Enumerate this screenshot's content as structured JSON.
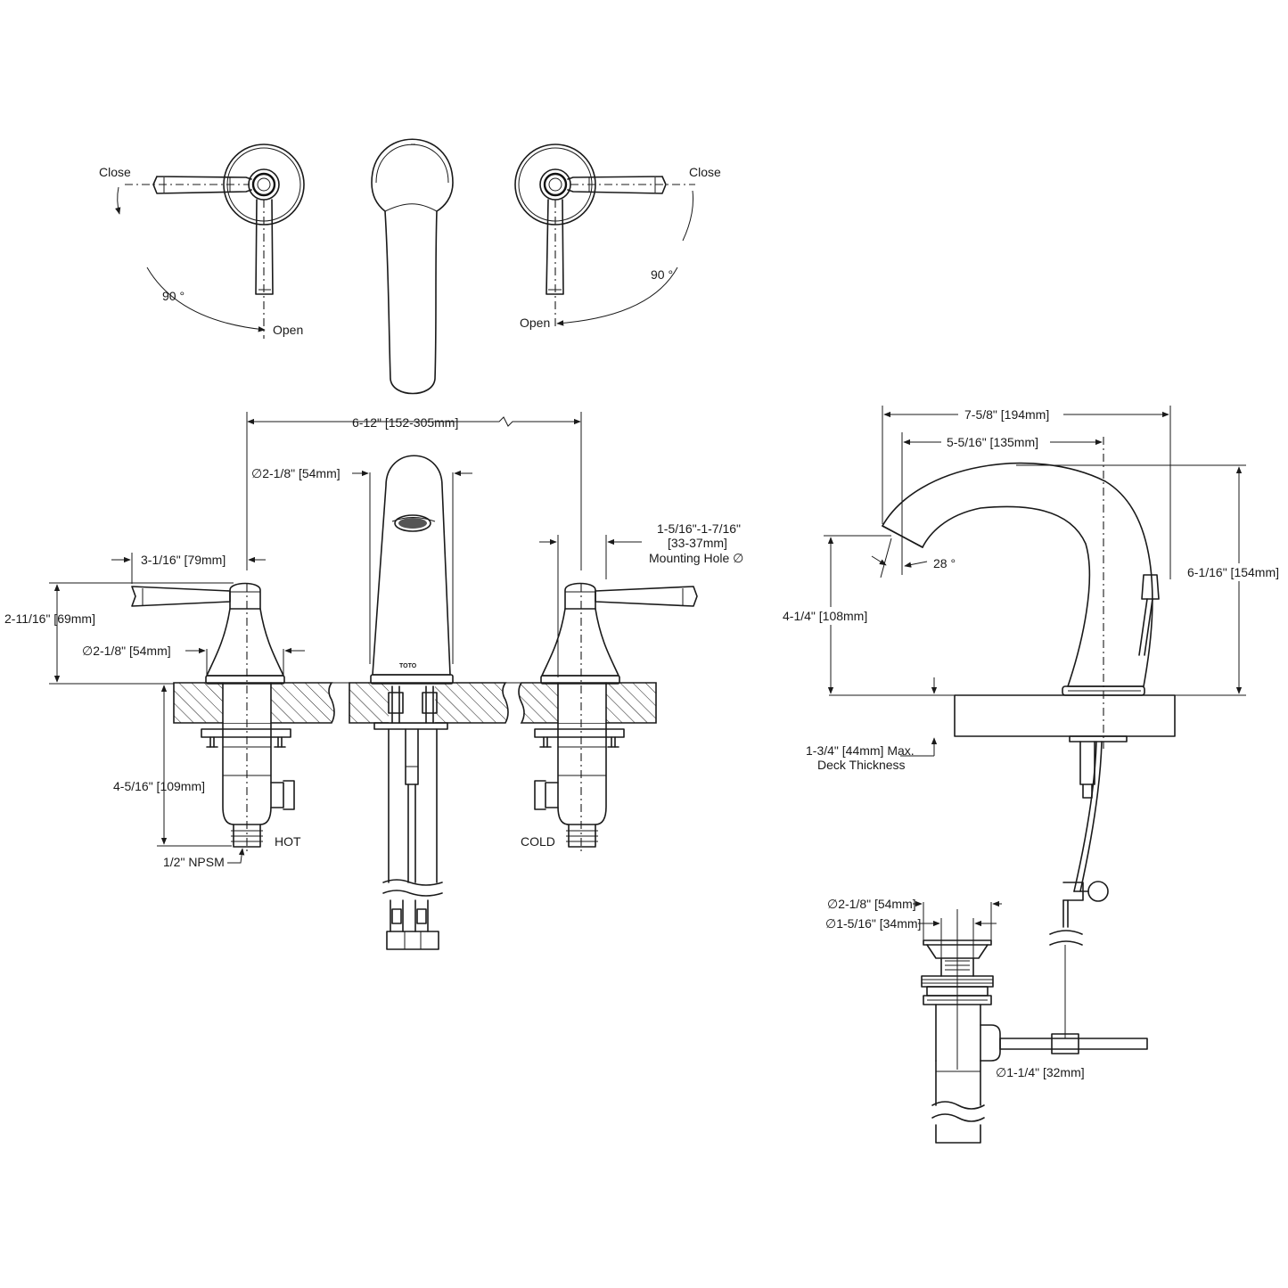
{
  "brand_mark": "TOTO",
  "top_view": {
    "left": {
      "close": "Close",
      "open": "Open",
      "angle": "90 °"
    },
    "right": {
      "close": "Close",
      "open": "Open",
      "angle": "90 °"
    }
  },
  "front_view": {
    "spread": "6-12\" [152-305mm]",
    "spout_dia": "∅2-1/8\" [54mm]",
    "handle_reach": "3-1/16\" [79mm]",
    "handle_height": "2-11/16\" [69mm]",
    "handle_base_dia": "∅2-1/8\" [54mm]",
    "mount_hole_1": "1-5/16\"-1-7/16\"",
    "mount_hole_2": "[33-37mm]",
    "mount_hole_3": "Mounting Hole ∅",
    "valve_length": "4-5/16\" [109mm]",
    "hot": "HOT",
    "cold": "COLD",
    "npsm": "1/2\" NPSM"
  },
  "side_view": {
    "overall_reach": "7-5/8\" [194mm]",
    "spout_reach": "5-5/16\" [135mm]",
    "overall_height": "6-1/16\" [154mm]",
    "spout_height": "4-1/4\" [108mm]",
    "spout_angle": "28 °",
    "deck_1": "1-3/4\" [44mm] Max.",
    "deck_2": "Deck Thickness",
    "drain_dia_1": "∅2-1/8\" [54mm]",
    "drain_dia_2": "∅1-5/16\" [34mm]",
    "tail_dia": "∅1-1/4\" [32mm]"
  }
}
